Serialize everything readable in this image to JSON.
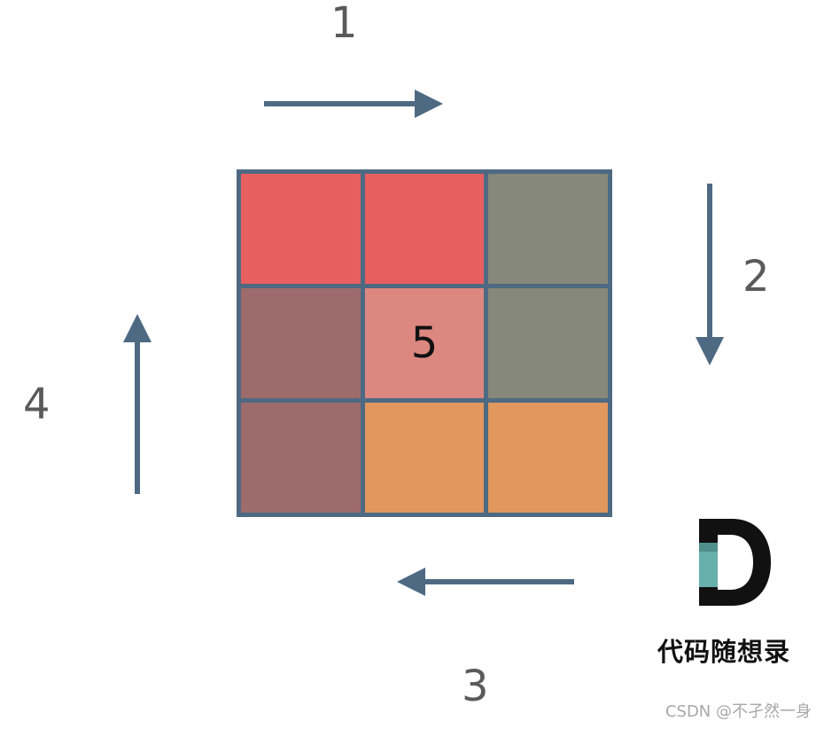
{
  "steps": {
    "top": "1",
    "right": "2",
    "bottom": "3",
    "left": "4"
  },
  "grid": {
    "cells": [
      {
        "label": "",
        "color": "#e85f5f"
      },
      {
        "label": "",
        "color": "#e85f5f"
      },
      {
        "label": "",
        "color": "#86887a"
      },
      {
        "label": "",
        "color": "#9e6b6d"
      },
      {
        "label": "5",
        "color": "#dc8880"
      },
      {
        "label": "",
        "color": "#86887a"
      },
      {
        "label": "",
        "color": "#9e6b6d"
      },
      {
        "label": "",
        "color": "#e2975e"
      },
      {
        "label": "",
        "color": "#e2975e"
      }
    ],
    "border_color": "#4e6a83"
  },
  "arrows": {
    "color": "#4e6a83",
    "directions": [
      "right",
      "down",
      "left",
      "up"
    ]
  },
  "logo": {
    "icon": "letter-d-logo-icon",
    "brand_name": "代码随想录"
  },
  "watermark": "CSDN @不孑然一身"
}
